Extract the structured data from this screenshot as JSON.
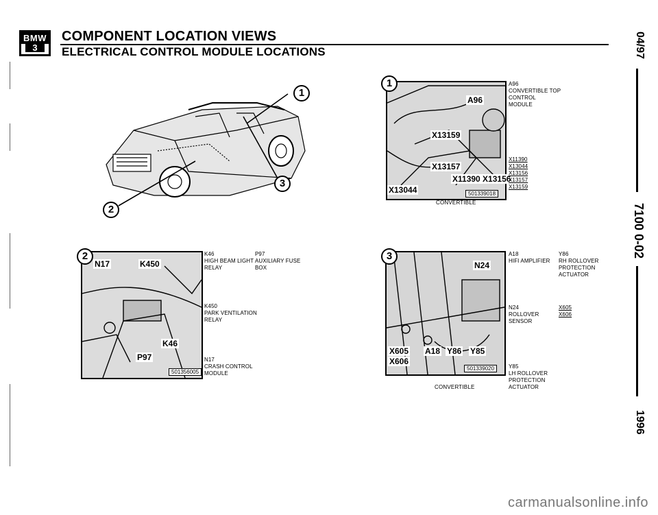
{
  "header": {
    "logo_top": "BMW",
    "logo_bottom": "3",
    "title": "COMPONENT LOCATION VIEWS",
    "subtitle": "ELECTRICAL CONTROL MODULE LOCATIONS"
  },
  "side_margin": {
    "date": "04/97",
    "doc_number": "7100 0-02",
    "year": "1996"
  },
  "car_view": {
    "callouts": [
      "1",
      "2",
      "3"
    ]
  },
  "figure1": {
    "callout": "1",
    "labels": [
      "A96",
      "X13159",
      "X13157",
      "X11390 X13156",
      "X13044"
    ],
    "part_number": "501339018",
    "caption": "CONVERTIBLE",
    "legend": {
      "main": [
        "A96",
        "CONVERTIBLE TOP",
        "CONTROL",
        "MODULE"
      ],
      "connectors": [
        "X11390",
        "X13044",
        "X13156",
        "X13157",
        "X13159"
      ]
    }
  },
  "figure2": {
    "callout": "2",
    "labels": [
      "N17",
      "K450",
      "K46",
      "P97"
    ],
    "part_number": "501356005",
    "legend": [
      {
        "code": "K46",
        "lines": [
          "HIGH BEAM LIGHT",
          "RELAY"
        ]
      },
      {
        "code": "P97",
        "lines": [
          "AUXILIARY FUSE",
          "BOX"
        ]
      },
      {
        "code": "K450",
        "lines": [
          "PARK VENTILATION",
          "RELAY"
        ]
      },
      {
        "code": "N17",
        "lines": [
          "CRASH CONTROL",
          "MODULE"
        ]
      }
    ]
  },
  "figure3": {
    "callout": "3",
    "labels": [
      "N24",
      "X605",
      "A18",
      "Y86",
      "Y85",
      "X606"
    ],
    "part_number": "501339020",
    "caption": "CONVERTIBLE",
    "legend": [
      {
        "code": "A18",
        "lines": [
          "HIFI AMPLIFIER"
        ]
      },
      {
        "code": "Y86",
        "lines": [
          "RH ROLLOVER",
          "PROTECTION",
          "ACTUATOR"
        ]
      },
      {
        "code": "N24",
        "lines": [
          "ROLLOVER",
          "SENSOR"
        ]
      },
      {
        "code": "X605",
        "lines": [
          "X606"
        ]
      },
      {
        "code": "Y85",
        "lines": [
          "LH ROLLOVER",
          "PROTECTION",
          "ACTUATOR"
        ]
      }
    ]
  },
  "watermark": "carmanualsonline.info"
}
